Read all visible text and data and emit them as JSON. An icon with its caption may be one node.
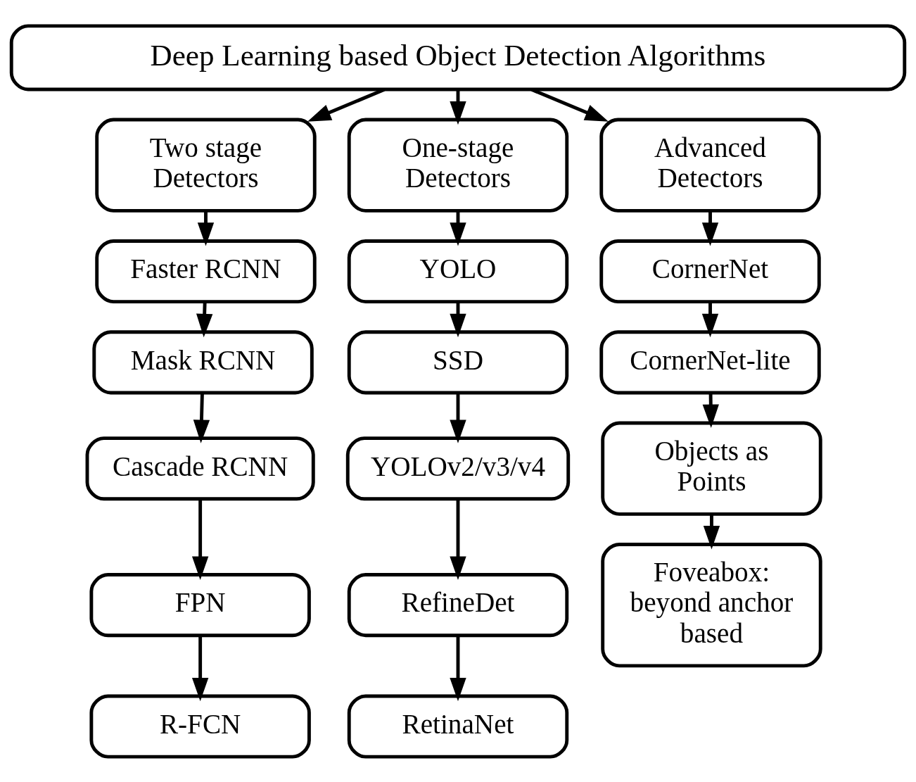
{
  "diagram": {
    "nodes": [
      {
        "text": [
          "Deep Learning based Object Detection Algorithms"
        ]
      },
      {
        "text": [
          "Two stage Detectors"
        ]
      },
      {
        "text": [
          "One-stage Detectors"
        ]
      },
      {
        "text": [
          "Advanced Detectors"
        ]
      },
      {
        "text": [
          "Faster RCNN"
        ]
      },
      {
        "text": [
          "YOLO"
        ]
      },
      {
        "text": [
          "CornerNet"
        ]
      },
      {
        "text": [
          "Mask RCNN"
        ]
      },
      {
        "text": [
          "SSD"
        ]
      },
      {
        "text": [
          "CornerNet-lite"
        ]
      },
      {
        "text": [
          "Cascade RCNN"
        ]
      },
      {
        "text": [
          "YOLOv2/v3/v4"
        ]
      },
      {
        "text": [
          "Objects as Points"
        ]
      },
      {
        "text": [
          "FPN"
        ]
      },
      {
        "text": [
          "RefineDet"
        ]
      },
      {
        "text": [
          "Foveabox: beyond anchor based"
        ]
      },
      {
        "text": [
          "R-FCN"
        ]
      },
      {
        "text": [
          "RetinaNet"
        ]
      }
    ],
    "edges": [
      {
        "from": 0,
        "to": 1,
        "arrow": "to"
      },
      {
        "from": 0,
        "to": 2,
        "arrow": "to"
      },
      {
        "from": 0,
        "to": 3,
        "arrow": "to"
      },
      {
        "from": 1,
        "to": 4,
        "arrow": "to"
      },
      {
        "from": 4,
        "to": 7,
        "arrow": "to"
      },
      {
        "from": 7,
        "to": 10,
        "arrow": "to"
      },
      {
        "from": 10,
        "to": 13,
        "arrow": "to"
      },
      {
        "from": 13,
        "to": 16,
        "arrow": "to"
      },
      {
        "from": 2,
        "to": 5,
        "arrow": "to"
      },
      {
        "from": 5,
        "to": 8,
        "arrow": "to"
      },
      {
        "from": 8,
        "to": 11,
        "arrow": "to"
      },
      {
        "from": 11,
        "to": 14,
        "arrow": "to"
      },
      {
        "from": 14,
        "to": 17,
        "arrow": "to"
      },
      {
        "from": 3,
        "to": 6,
        "arrow": "to"
      },
      {
        "from": 6,
        "to": 9,
        "arrow": "to"
      },
      {
        "from": 9,
        "to": 12,
        "arrow": "to"
      },
      {
        "from": 12,
        "to": 15,
        "arrow": "to"
      }
    ]
  }
}
